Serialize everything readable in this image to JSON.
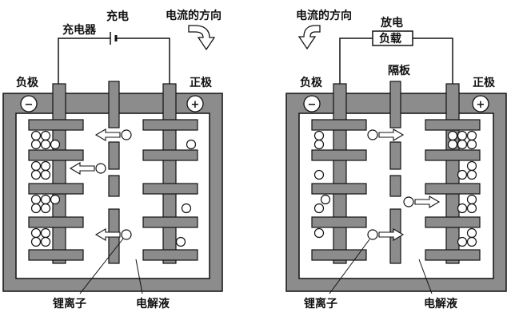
{
  "labels": {
    "charger": "充电器",
    "charge": "充电",
    "current_dir_left": "电流的方向",
    "current_dir_right": "电流的方向",
    "neg_left": "负极",
    "pos_left": "正极",
    "discharge": "放电",
    "load": "负载",
    "separator": "隔板",
    "neg_right": "负极",
    "pos_right": "正极",
    "lithium_left": "锂离子",
    "electrolyte_left": "电解液",
    "lithium_right": "锂离子",
    "electrolyte_right": "电解液",
    "minus_left": "−",
    "plus_left": "+",
    "minus_right": "−",
    "plus_right": "+"
  },
  "colors": {
    "container": "#8c8c8c",
    "electrode": "#8c8c8c",
    "stroke": "#111111",
    "background": "#ffffff"
  },
  "icons": {
    "current_arrow_left": "curved-arrow-down-icon",
    "current_arrow_right": "curved-arrow-left-icon",
    "ion_arrow": "ion-arrow-icon"
  }
}
